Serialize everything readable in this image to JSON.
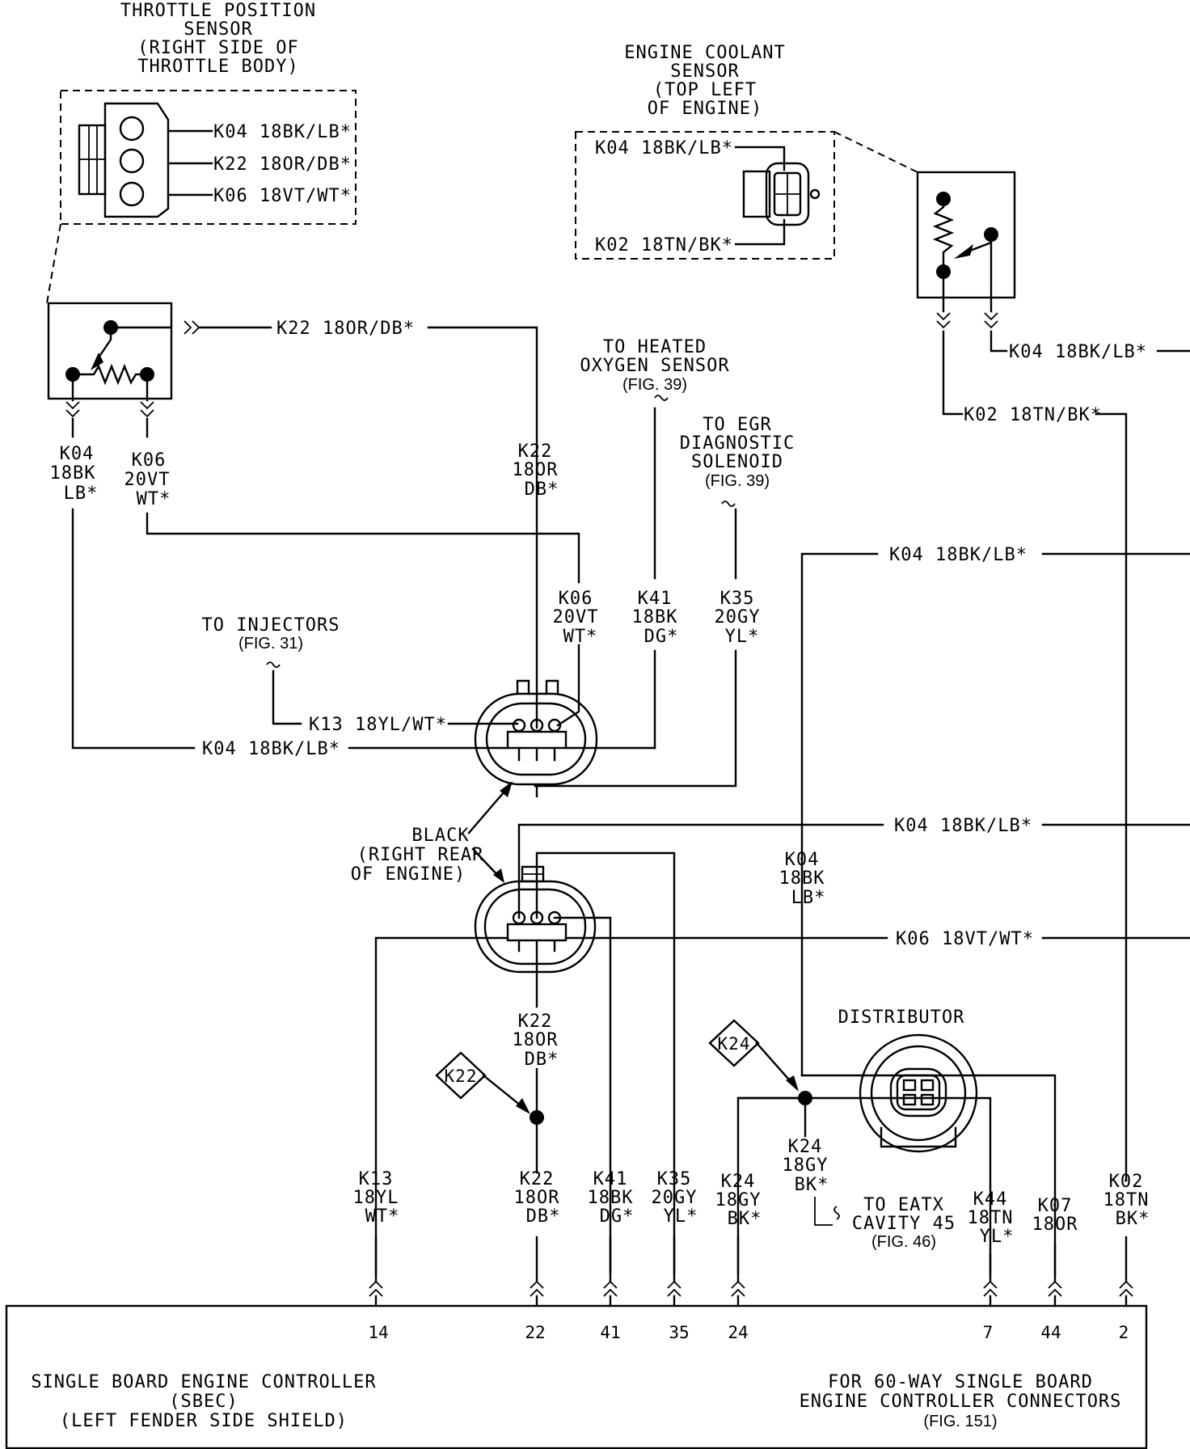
{
  "tps": {
    "title": [
      "THROTTLE POSITION",
      "SENSOR",
      "(RIGHT SIDE OF",
      "THROTTLE BODY)"
    ],
    "pins": [
      "K04 18BK/LB*",
      "K22 18OR/DB*",
      "K06 18VT/WT*"
    ],
    "wire_k22": "K22 18OR/DB*",
    "leg_k04": [
      "K04",
      "18BK",
      "LB*"
    ],
    "leg_k06": [
      "K06",
      "20VT",
      "WT*"
    ]
  },
  "ect": {
    "title": [
      "ENGINE COOLANT",
      "SENSOR",
      "(TOP LEFT",
      "OF ENGINE)"
    ],
    "pins": [
      "K04 18BK/LB*",
      "K02 18TN/BK*"
    ],
    "wire_k04": "K04 18BK/LB*",
    "wire_k02": "K02 18TN/BK*"
  },
  "refs": {
    "oxygen": [
      "TO HEATED",
      "OXYGEN SENSOR",
      "(FIG. 39)"
    ],
    "egr": [
      "TO EGR",
      "DIAGNOSTIC",
      "SOLENOID",
      "(FIG. 39)"
    ],
    "injectors": [
      "TO INJECTORS",
      "(FIG. 31)"
    ],
    "eatx": [
      "TO EATX",
      "CAVITY 45",
      "(FIG. 46)"
    ]
  },
  "upper_connector": {
    "k22": [
      "K22",
      "18OR",
      "DB*"
    ],
    "k06": [
      "K06",
      "20VT",
      "WT*"
    ],
    "k41": [
      "K41",
      "18BK",
      "DG*"
    ],
    "k35": [
      "K35",
      "20GY",
      "YL*"
    ],
    "k13": "K13 18YL/WT*",
    "k04": "K04 18BK/LB*"
  },
  "black_connector": {
    "label": [
      "BLACK",
      "(RIGHT REAR",
      "OF ENGINE)"
    ]
  },
  "right_wires": {
    "k04_a": "K04 18BK/LB*",
    "k04_b": "K04 18BK/LB*",
    "k06": "K06 18VT/WT*",
    "k04_leg": [
      "K04",
      "18BK",
      "LB*"
    ]
  },
  "distributor": {
    "title": "DISTRIBUTOR"
  },
  "splices": {
    "k22": "K22",
    "k24": "K24"
  },
  "lower_legs": {
    "k22": [
      "K22",
      "18OR",
      "DB*"
    ],
    "k24_mid": [
      "K24",
      "18GY",
      "BK*"
    ]
  },
  "sbec_wires": [
    {
      "label": [
        "K13",
        "18YL",
        "WT*"
      ],
      "pin": "14"
    },
    {
      "label": [
        "K22",
        "18OR",
        "DB*"
      ],
      "pin": "22"
    },
    {
      "label": [
        "K41",
        "18BK",
        "DG*"
      ],
      "pin": "41"
    },
    {
      "label": [
        "K35",
        "20GY",
        "YL*"
      ],
      "pin": "35"
    },
    {
      "label": [
        "K24",
        "18GY",
        "BK*"
      ],
      "pin": "24"
    },
    {
      "label": [
        "K44",
        "18TN",
        "YL*"
      ],
      "pin": "7"
    },
    {
      "label": [
        "K07",
        "18OR"
      ],
      "pin": "44"
    },
    {
      "label": [
        "K02",
        "18TN",
        "BK*"
      ],
      "pin": "2"
    }
  ],
  "sbec": {
    "title": [
      "SINGLE BOARD ENGINE CONTROLLER",
      "(SBEC)",
      "(LEFT FENDER SIDE SHIELD)"
    ],
    "ref": [
      "FOR 60-WAY SINGLE BOARD",
      "ENGINE CONTROLLER CONNECTORS",
      "(FIG. 151)"
    ]
  }
}
